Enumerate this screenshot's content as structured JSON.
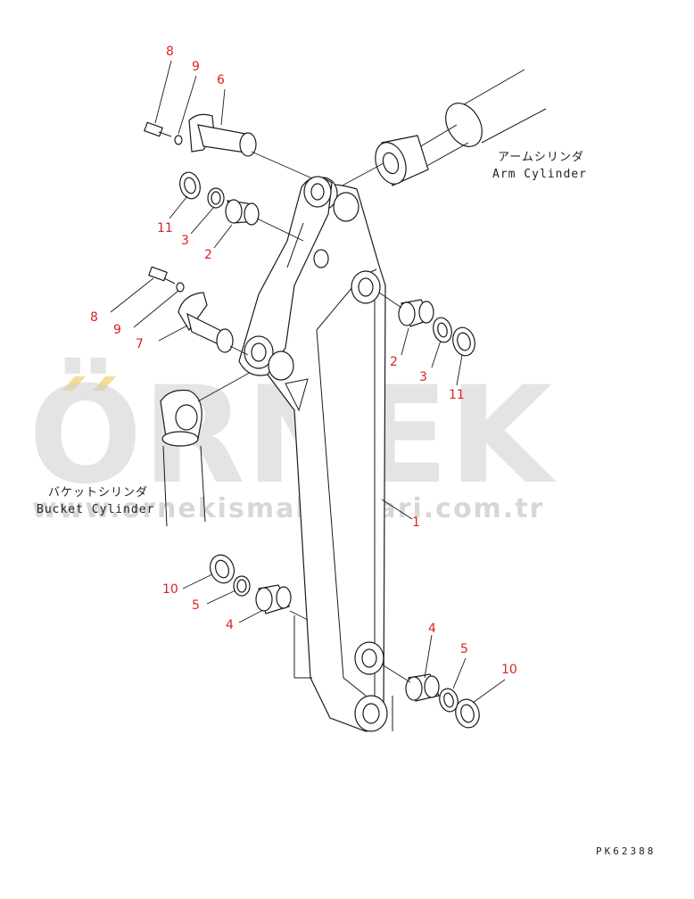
{
  "watermark": {
    "brand": "ÖRNEK",
    "url": "www.ornekismakinalari.com.tr"
  },
  "labels": {
    "arm_cylinder_jp": "アームシリンダ",
    "arm_cylinder_en": "Arm Cylinder",
    "bucket_cylinder_jp": "バケットシリンダ",
    "bucket_cylinder_en": "Bucket Cylinder",
    "figure_code": "PK62388"
  },
  "callouts": {
    "c8_top": "8",
    "c9_top": "9",
    "c6": "6",
    "c11_top": "11",
    "c3_top": "3",
    "c2_top": "2",
    "c8_mid": "8",
    "c9_mid": "9",
    "c7": "7",
    "c2_right": "2",
    "c3_right": "3",
    "c11_right": "11",
    "c1": "1",
    "c10_left": "10",
    "c5_left": "5",
    "c4_left": "4",
    "c4_right": "4",
    "c5_right": "5",
    "c10_right": "10"
  }
}
